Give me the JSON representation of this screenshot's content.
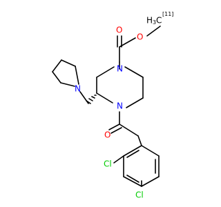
{
  "molecule": {
    "colors": {
      "bond": "#000000",
      "O": "#FF0000",
      "N": "#0000FF",
      "Cl": "#00CC00",
      "C": "#000000"
    },
    "atoms": {
      "O_methoxy": "O",
      "O_carbonyl_top": "O",
      "O_carbonyl_bottom": "O",
      "N_piperazine_top": "N",
      "N_piperazine_bottom": "N",
      "N_pyrrolidine": "N",
      "Cl_upper": "Cl",
      "Cl_lower": "Cl",
      "methyl_H": "H",
      "methyl_C": "C",
      "methyl_isotope": "[11]",
      "methyl_H_count": "3"
    }
  }
}
